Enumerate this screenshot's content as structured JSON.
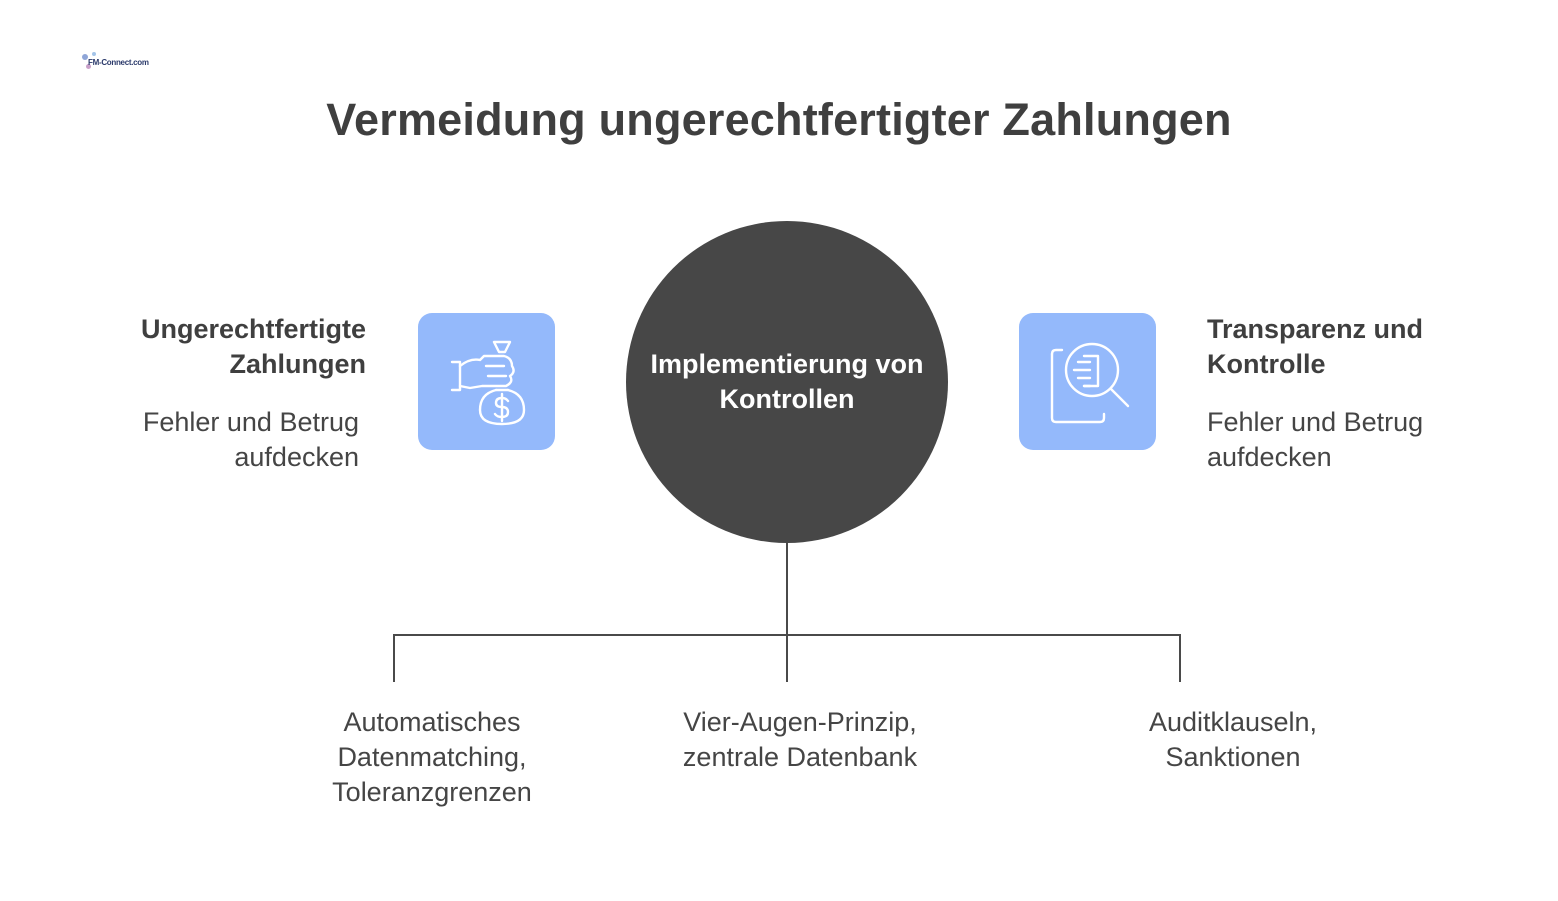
{
  "logo": {
    "text": "FM-Connect.com"
  },
  "title": "Vermeidung ungerechtfertigter Zahlungen",
  "center": {
    "label": "Implementierung von Kontrollen"
  },
  "left_item": {
    "icon": "money-bag-hand-icon",
    "heading": "Ungerechtfertigte Zahlungen",
    "description": "Fehler und Betrug aufdecken"
  },
  "right_item": {
    "icon": "document-search-icon",
    "heading": "Transparenz und Kontrolle",
    "description": "Fehler und Betrug aufdecken"
  },
  "branches": [
    {
      "label": "Automatisches Datenmatching, Toleranzgrenzen"
    },
    {
      "label": "Vier-Augen-Prinzip, zentrale Datenbank"
    },
    {
      "label": "Auditklauseln, Sanktionen"
    }
  ],
  "colors": {
    "accent": "#94b9fb",
    "circle": "#474747",
    "text": "#454545",
    "line": "#4a4a4a"
  }
}
